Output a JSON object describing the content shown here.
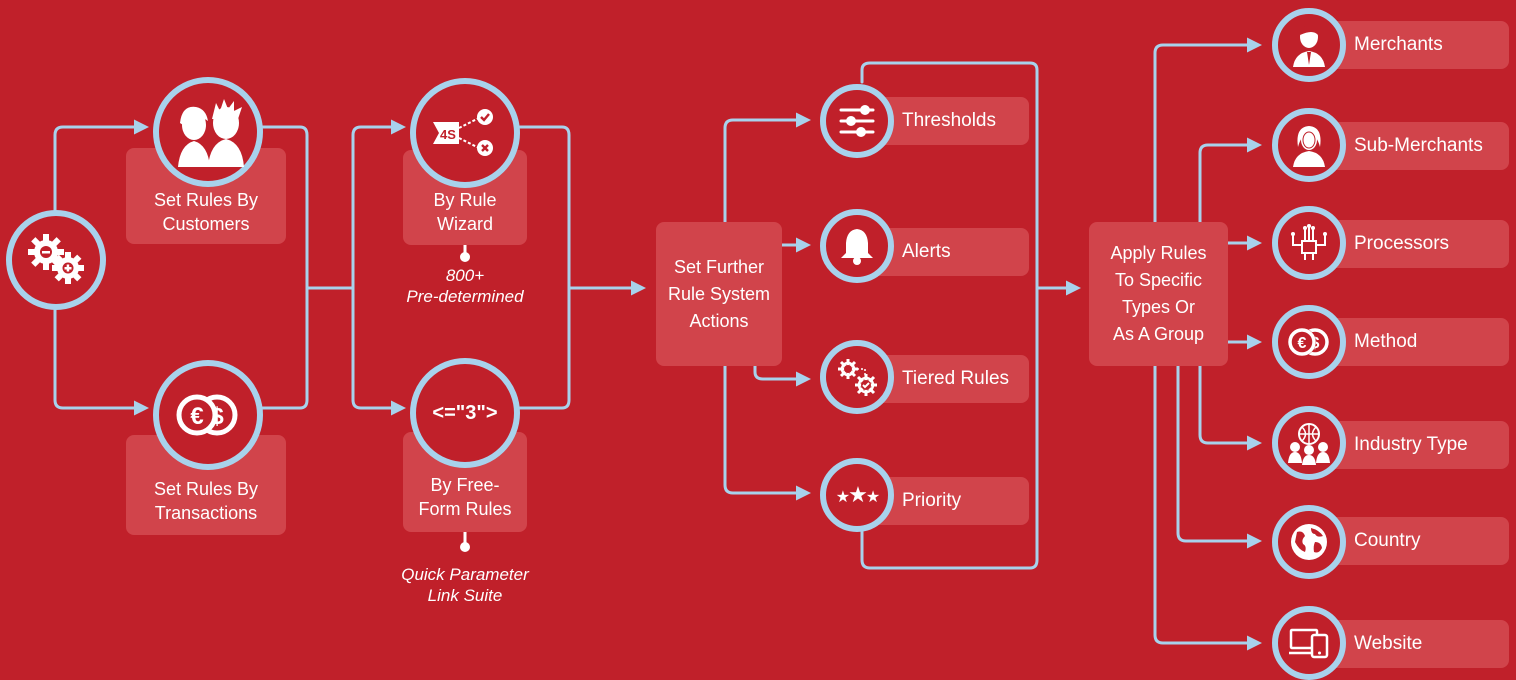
{
  "start": {
    "icon": "gears-icon"
  },
  "stage1": [
    {
      "label": "Set Rules By\nCustomers",
      "icon": "customers-icon"
    },
    {
      "label": "Set Rules By\nTransactions",
      "icon": "currency-coins-icon"
    }
  ],
  "stage2": [
    {
      "label": "By Rule\nWizard",
      "icon": "rule-wizard-icon",
      "icon_text": "4S",
      "note": "800+\nPre-determined"
    },
    {
      "label": "By Free-\nForm Rules",
      "icon": "code-tag-icon",
      "icon_text": "<=\"3\">",
      "note": "Quick Parameter\nLink Suite"
    }
  ],
  "stage3": {
    "label": "Set Further\nRule System\nActions"
  },
  "actions": [
    {
      "label": "Thresholds",
      "icon": "sliders-icon"
    },
    {
      "label": "Alerts",
      "icon": "bell-icon"
    },
    {
      "label": "Tiered Rules",
      "icon": "tiered-gears-icon"
    },
    {
      "label": "Priority",
      "icon": "stars-icon"
    }
  ],
  "stage4": {
    "label": "Apply Rules\nTo Specific\nTypes Or\nAs A Group"
  },
  "targets": [
    {
      "label": "Merchants",
      "icon": "merchant-person-icon"
    },
    {
      "label": "Sub-Merchants",
      "icon": "sub-merchant-person-icon"
    },
    {
      "label": "Processors",
      "icon": "processor-chip-icon"
    },
    {
      "label": "Method",
      "icon": "currency-coins-icon"
    },
    {
      "label": "Industry Type",
      "icon": "industry-people-icon"
    },
    {
      "label": "Country",
      "icon": "globe-icon"
    },
    {
      "label": "Website",
      "icon": "devices-icon"
    }
  ],
  "colors": {
    "background": "#C0202A",
    "box": "#D1444B",
    "connector": "#A8D2EC",
    "text": "#FFFFFF"
  }
}
